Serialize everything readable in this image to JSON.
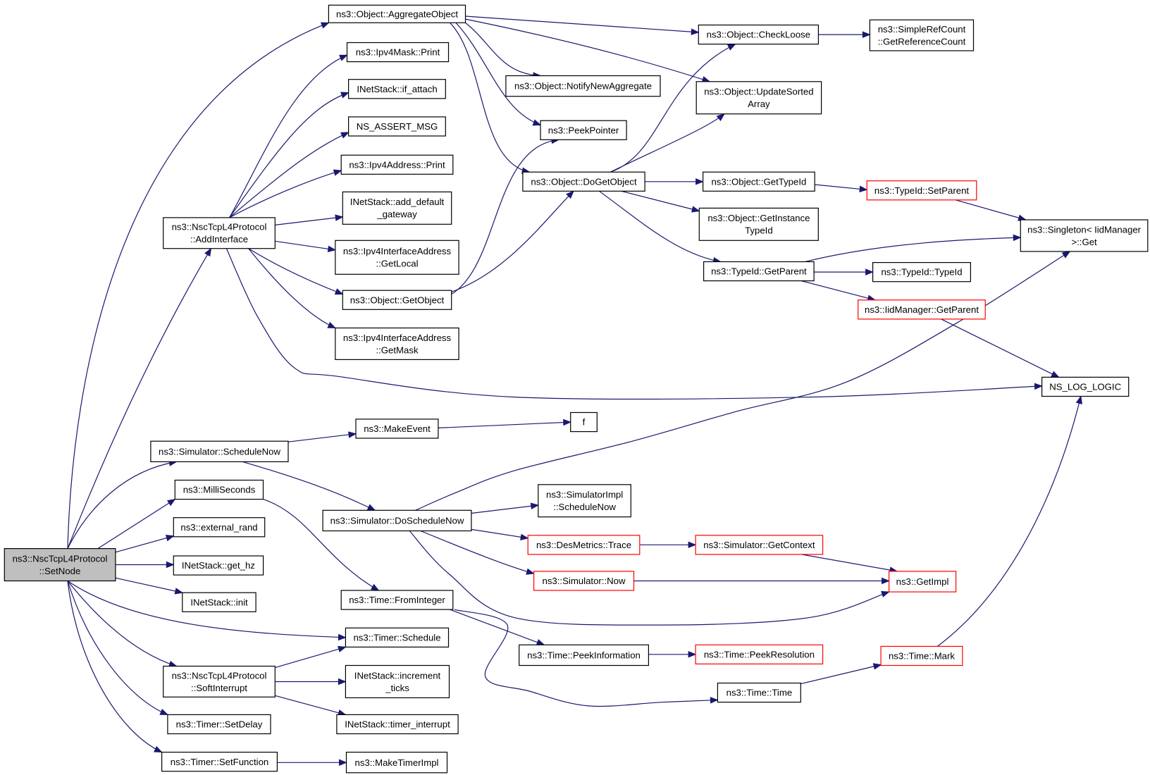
{
  "diagram": {
    "colors": {
      "edge": "#191970",
      "node_border": "#000000",
      "node_border_truncated": "#ff0000",
      "root_fill": "#bfbfbf"
    },
    "nodes": [
      {
        "id": "setnode",
        "lines": [
          "ns3::NscTcpL4Protocol",
          "::SetNode"
        ],
        "style": "root"
      },
      {
        "id": "aggregate",
        "lines": [
          "ns3::Object::AggregateObject"
        ]
      },
      {
        "id": "ipv4maskprint",
        "lines": [
          "ns3::Ipv4Mask::Print"
        ]
      },
      {
        "id": "ifattach",
        "lines": [
          "INetStack::if_attach"
        ]
      },
      {
        "id": "nsassert",
        "lines": [
          "NS_ASSERT_MSG"
        ]
      },
      {
        "id": "ipv4addrprint",
        "lines": [
          "ns3::Ipv4Address::Print"
        ]
      },
      {
        "id": "addgw",
        "lines": [
          "INetStack::add_default",
          "_gateway"
        ]
      },
      {
        "id": "addiface",
        "lines": [
          "ns3::NscTcpL4Protocol",
          "::AddInterface"
        ]
      },
      {
        "id": "getlocal",
        "lines": [
          "ns3::Ipv4InterfaceAddress",
          "::GetLocal"
        ]
      },
      {
        "id": "getobject",
        "lines": [
          "ns3::Object::GetObject"
        ]
      },
      {
        "id": "getmask",
        "lines": [
          "ns3::Ipv4InterfaceAddress",
          "::GetMask"
        ]
      },
      {
        "id": "notifyagg",
        "lines": [
          "ns3::Object::NotifyNewAggregate"
        ]
      },
      {
        "id": "peekptr",
        "lines": [
          "ns3::PeekPointer"
        ]
      },
      {
        "id": "dogetobject",
        "lines": [
          "ns3::Object::DoGetObject"
        ]
      },
      {
        "id": "checkloose",
        "lines": [
          "ns3::Object::CheckLoose"
        ]
      },
      {
        "id": "getrefcount",
        "lines": [
          "ns3::SimpleRefCount",
          "::GetReferenceCount"
        ]
      },
      {
        "id": "updsorted",
        "lines": [
          "ns3::Object::UpdateSorted",
          "Array"
        ]
      },
      {
        "id": "gettypeid",
        "lines": [
          "ns3::Object::GetTypeId"
        ]
      },
      {
        "id": "getinsttypeid",
        "lines": [
          "ns3::Object::GetInstance",
          "TypeId"
        ]
      },
      {
        "id": "typeidgetparent",
        "lines": [
          "ns3::TypeId::GetParent"
        ]
      },
      {
        "id": "setparent",
        "lines": [
          "ns3::TypeId::SetParent"
        ],
        "style": "red"
      },
      {
        "id": "singleton",
        "lines": [
          "ns3::Singleton< IidManager",
          ">::Get"
        ]
      },
      {
        "id": "typeidtypeid",
        "lines": [
          "ns3::TypeId::TypeId"
        ]
      },
      {
        "id": "iidgetparent",
        "lines": [
          "ns3::IidManager::GetParent"
        ],
        "style": "red"
      },
      {
        "id": "nslog",
        "lines": [
          "NS_LOG_LOGIC"
        ]
      },
      {
        "id": "schednow",
        "lines": [
          "ns3::Simulator::ScheduleNow"
        ]
      },
      {
        "id": "makeevent",
        "lines": [
          "ns3::MakeEvent"
        ]
      },
      {
        "id": "f",
        "lines": [
          "f"
        ]
      },
      {
        "id": "millis",
        "lines": [
          "ns3::MilliSeconds"
        ]
      },
      {
        "id": "extrand",
        "lines": [
          "ns3::external_rand"
        ]
      },
      {
        "id": "gethz",
        "lines": [
          "INetStack::get_hz"
        ]
      },
      {
        "id": "init",
        "lines": [
          "INetStack::init"
        ]
      },
      {
        "id": "doschednow",
        "lines": [
          "ns3::Simulator::DoScheduleNow"
        ]
      },
      {
        "id": "simimplsched",
        "lines": [
          "ns3::SimulatorImpl",
          "::ScheduleNow"
        ]
      },
      {
        "id": "desmetrics",
        "lines": [
          "ns3::DesMetrics::Trace"
        ],
        "style": "red"
      },
      {
        "id": "getcontext",
        "lines": [
          "ns3::Simulator::GetContext"
        ],
        "style": "red"
      },
      {
        "id": "simnow",
        "lines": [
          "ns3::Simulator::Now"
        ],
        "style": "red"
      },
      {
        "id": "getimpl",
        "lines": [
          "ns3::GetImpl"
        ],
        "style": "red"
      },
      {
        "id": "frominteger",
        "lines": [
          "ns3::Time::FromInteger"
        ]
      },
      {
        "id": "timersched",
        "lines": [
          "ns3::Timer::Schedule"
        ]
      },
      {
        "id": "peekinfo",
        "lines": [
          "ns3::Time::PeekInformation"
        ]
      },
      {
        "id": "peekres",
        "lines": [
          "ns3::Time::PeekResolution"
        ],
        "style": "red"
      },
      {
        "id": "softint",
        "lines": [
          "ns3::NscTcpL4Protocol",
          "::SoftInterrupt"
        ]
      },
      {
        "id": "incticks",
        "lines": [
          "INetStack::increment",
          "_ticks"
        ]
      },
      {
        "id": "timerint",
        "lines": [
          "INetStack::timer_interrupt"
        ]
      },
      {
        "id": "timemark",
        "lines": [
          "ns3::Time::Mark"
        ],
        "style": "red"
      },
      {
        "id": "timetime",
        "lines": [
          "ns3::Time::Time"
        ]
      },
      {
        "id": "setdelay",
        "lines": [
          "ns3::Timer::SetDelay"
        ]
      },
      {
        "id": "setfunc",
        "lines": [
          "ns3::Timer::SetFunction"
        ]
      },
      {
        "id": "maketimerimpl",
        "lines": [
          "ns3::MakeTimerImpl"
        ]
      }
    ]
  }
}
